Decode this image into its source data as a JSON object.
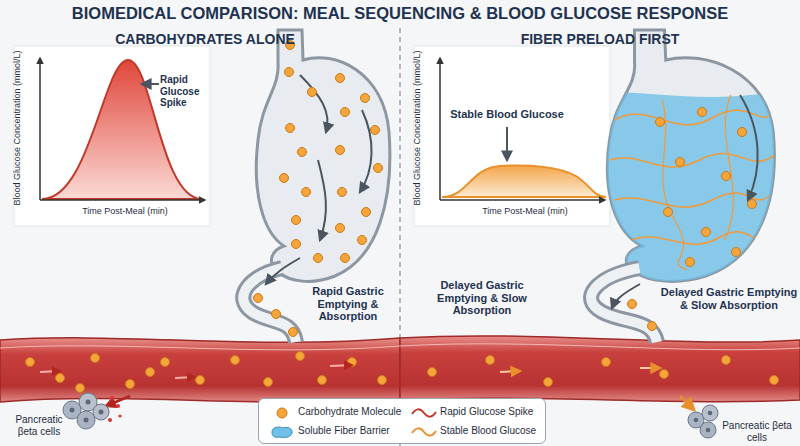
{
  "diagram": {
    "title": "BIOMEDICAL COMPARISON: MEAL SEQUENCING & BLOOD GLUCOSE RESPONSE",
    "nodes": [
      {
        "text": [
          "Blood Glucose Concentration (mmol/L)",
          "Rapid Glucose Spike",
          "Time Post-Meal (min)"
        ]
      },
      {
        "text": [
          "Blood Glucose Concentration (mmol/L)",
          "Stable Blood Glucose",
          "Time Post-Meal (min)"
        ]
      }
    ],
    "labels": [
      "CARBOHYDRATES ALONE",
      "Rapid Gastric Emptying & Absorption",
      "Pancreatic βeta cells",
      "FIBER PRELOAD FIRST",
      "Delayed Gastric Emptying & Slow Absorption",
      "Delayed Gastric Emptying & Slow Absorption",
      "Pancreatic βeta cells"
    ],
    "legend": [
      {
        "text": "Carbohydrate Molecule",
        "color": "#f5a53a"
      },
      {
        "text": "Rapid Glucose Spike"
      },
      {
        "text": "Soluble Fiber Barrier",
        "color": "#6fbfe6"
      },
      {
        "text": "Stable Blood Glucose"
      }
    ]
  }
}
